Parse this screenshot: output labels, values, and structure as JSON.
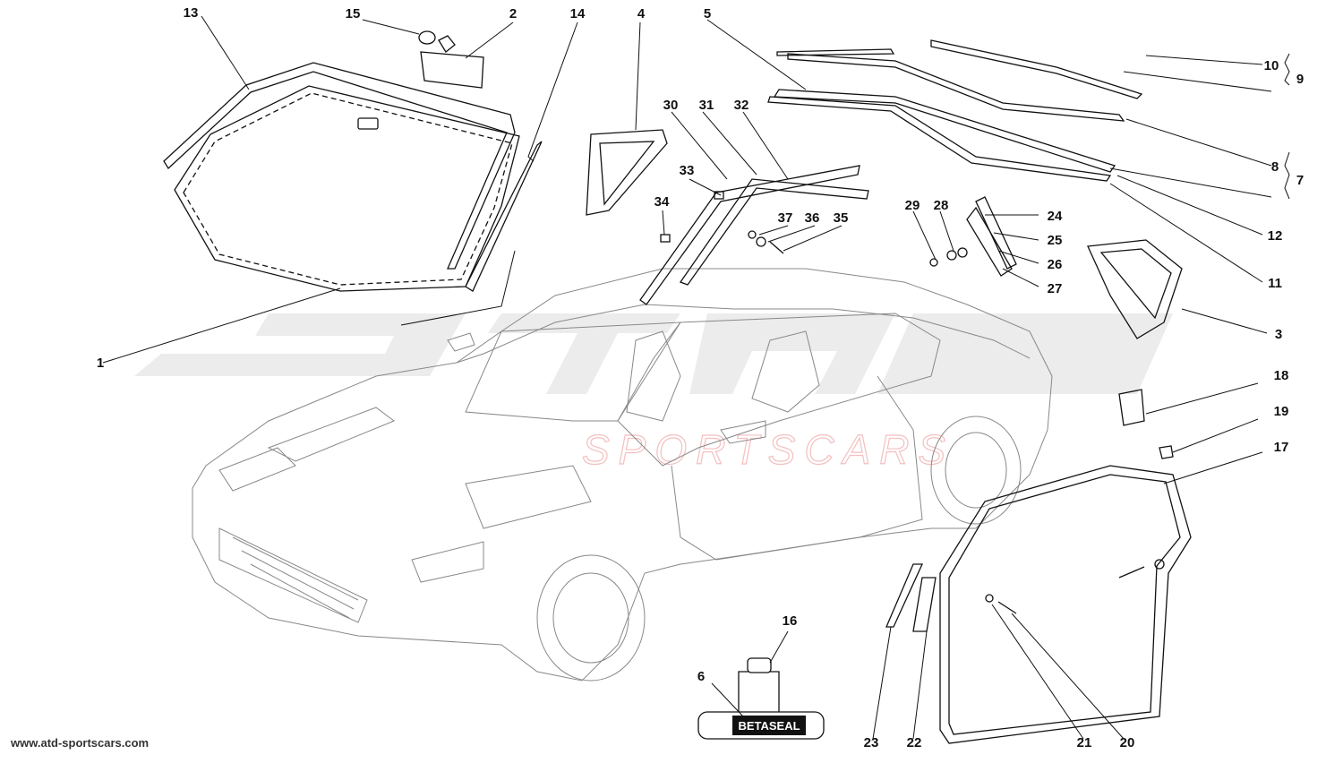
{
  "watermark": {
    "brand_text": "SPORTSCARS"
  },
  "footer": {
    "url": "www.atd-sportscars.com"
  },
  "product_label": "BETASEAL",
  "callouts": [
    {
      "id": "c1",
      "text": "1"
    },
    {
      "id": "c2",
      "text": "2"
    },
    {
      "id": "c3",
      "text": "3"
    },
    {
      "id": "c4",
      "text": "4"
    },
    {
      "id": "c5",
      "text": "5"
    },
    {
      "id": "c6",
      "text": "6"
    },
    {
      "id": "c7",
      "text": "7"
    },
    {
      "id": "c8",
      "text": "8"
    },
    {
      "id": "c9",
      "text": "9"
    },
    {
      "id": "c10",
      "text": "10"
    },
    {
      "id": "c11",
      "text": "11"
    },
    {
      "id": "c12",
      "text": "12"
    },
    {
      "id": "c13",
      "text": "13"
    },
    {
      "id": "c14",
      "text": "14"
    },
    {
      "id": "c15",
      "text": "15"
    },
    {
      "id": "c16",
      "text": "16"
    },
    {
      "id": "c17",
      "text": "17"
    },
    {
      "id": "c18",
      "text": "18"
    },
    {
      "id": "c19",
      "text": "19"
    },
    {
      "id": "c20",
      "text": "20"
    },
    {
      "id": "c21",
      "text": "21"
    },
    {
      "id": "c22",
      "text": "22"
    },
    {
      "id": "c23",
      "text": "23"
    },
    {
      "id": "c24",
      "text": "24"
    },
    {
      "id": "c25",
      "text": "25"
    },
    {
      "id": "c26",
      "text": "26"
    },
    {
      "id": "c27",
      "text": "27"
    },
    {
      "id": "c28",
      "text": "28"
    },
    {
      "id": "c29",
      "text": "29"
    },
    {
      "id": "c30",
      "text": "30"
    },
    {
      "id": "c31",
      "text": "31"
    },
    {
      "id": "c32",
      "text": "32"
    },
    {
      "id": "c33",
      "text": "33"
    },
    {
      "id": "c34",
      "text": "34"
    },
    {
      "id": "c35",
      "text": "35"
    },
    {
      "id": "c36",
      "text": "36"
    },
    {
      "id": "c37",
      "text": "37"
    }
  ]
}
